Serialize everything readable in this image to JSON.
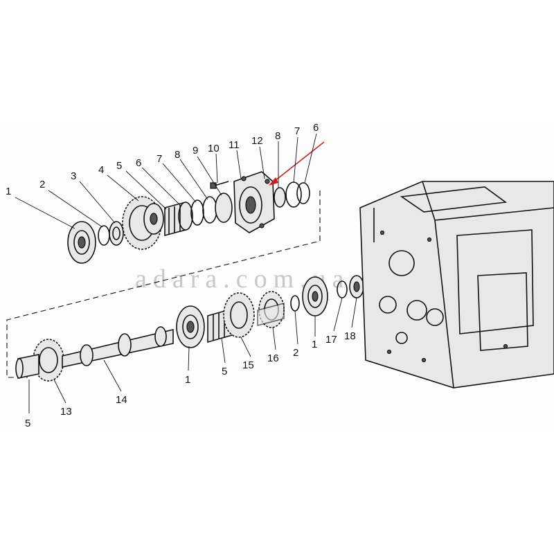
{
  "watermark": "adara.com.ua",
  "callouts_upper": [
    "1",
    "2",
    "3",
    "4",
    "5",
    "6",
    "7",
    "8",
    "9",
    "10",
    "11",
    "12",
    "8",
    "7",
    "6"
  ],
  "callouts_lower": [
    "1",
    "17",
    "18",
    "2",
    "16",
    "15",
    "5",
    "1",
    "14",
    "13",
    "5"
  ],
  "colors": {
    "line": "#111111",
    "pointer_arrow": "#cc1f1f",
    "watermark": "#c8c8c8"
  }
}
